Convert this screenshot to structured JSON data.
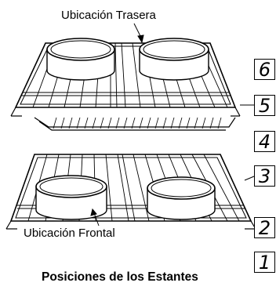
{
  "labels": {
    "rear": "Ubicación Trasera",
    "front": "Ubicación Frontal"
  },
  "title": "Posiciones de los Estantes",
  "positions": [
    "6",
    "5",
    "4",
    "3",
    "2",
    "1"
  ]
}
